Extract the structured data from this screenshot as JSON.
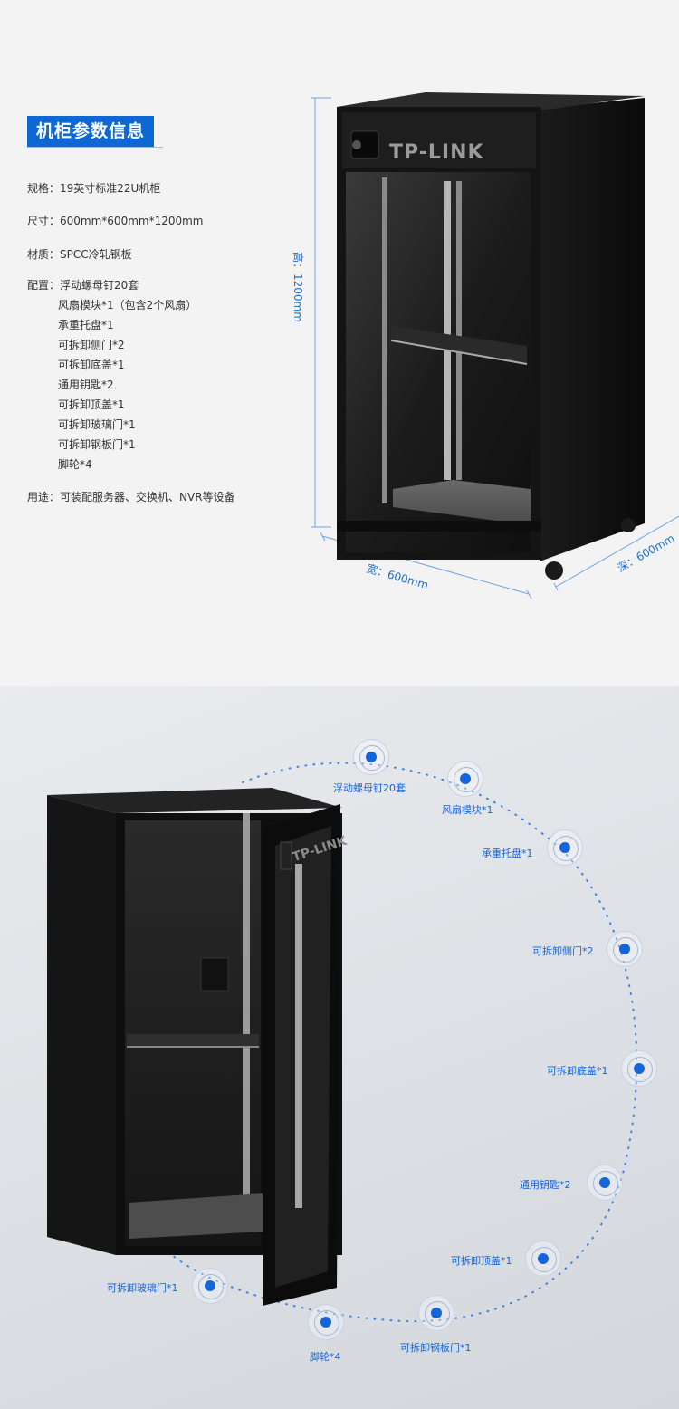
{
  "section1": {
    "title": "机柜参数信息",
    "specs": [
      {
        "label": "规格：",
        "value": "19英寸标准22U机柜"
      },
      {
        "label": "尺寸：",
        "value": "600mm*600mm*1200mm"
      },
      {
        "label": "材质：",
        "value": "SPCC冷轧钢板"
      },
      {
        "label": "配置：",
        "value": "浮动螺母钉20套"
      }
    ],
    "config_items": [
      "风扇模块*1（包含2个风扇）",
      "承重托盘*1",
      "可拆卸侧门*2",
      "可拆卸底盖*1",
      "通用钥匙*2",
      "可拆卸顶盖*1",
      "可拆卸玻璃门*1",
      "可拆卸钢板门*1",
      "脚轮*4"
    ],
    "usage": {
      "label": "用途：",
      "value": "可装配服务器、交换机、NVR等设备"
    },
    "brand": "TP-LINK",
    "dimensions": {
      "height": "高：1200mm",
      "width": "宽：600mm",
      "depth": "深：600mm"
    }
  },
  "section2": {
    "brand": "TP-LINK",
    "callouts": [
      "浮动螺母钉20套",
      "风扇模块*1",
      "承重托盘*1",
      "可拆卸侧门*2",
      "可拆卸底盖*1",
      "通用钥匙*2",
      "可拆卸顶盖*1",
      "可拆卸玻璃门*1",
      "脚轮*4",
      "可拆卸钢板门*1"
    ]
  },
  "colors": {
    "accent": "#0f67d3",
    "callout": "#1565d8"
  }
}
